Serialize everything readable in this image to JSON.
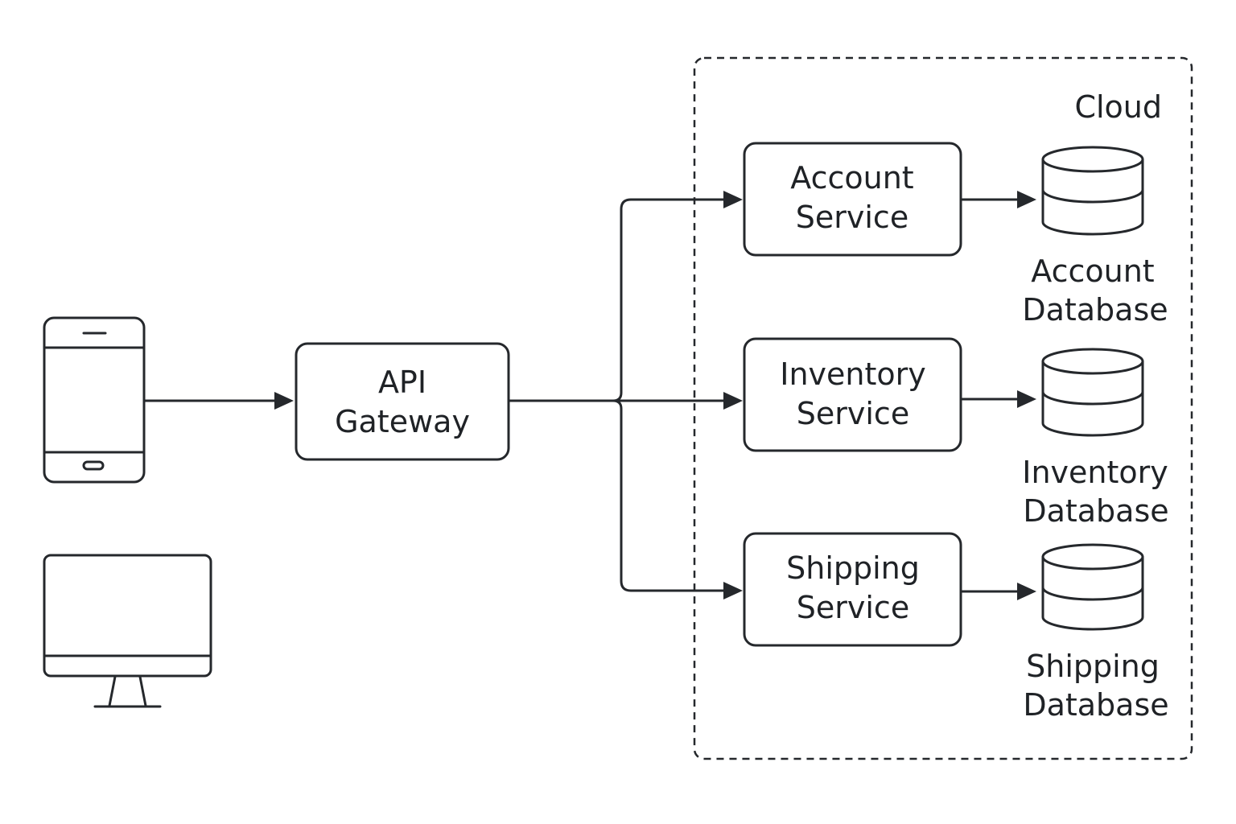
{
  "cloud": {
    "label": "Cloud"
  },
  "gateway": {
    "line1": "API",
    "line2": "Gateway"
  },
  "services": {
    "account": {
      "line1": "Account",
      "line2": "Service"
    },
    "inventory": {
      "line1": "Inventory",
      "line2": "Service"
    },
    "shipping": {
      "line1": "Shipping",
      "line2": "Service"
    }
  },
  "databases": {
    "account": {
      "line1": "Account",
      "line2": "Database"
    },
    "inventory": {
      "line1": "Inventory",
      "line2": "Database"
    },
    "shipping": {
      "line1": "Shipping",
      "line2": "Database"
    }
  },
  "clients": {
    "mobile_icon": "smartphone-icon",
    "desktop_icon": "desktop-monitor-icon"
  },
  "colors": {
    "stroke": "#25282c",
    "text": "#1f2226",
    "background": "#ffffff"
  }
}
